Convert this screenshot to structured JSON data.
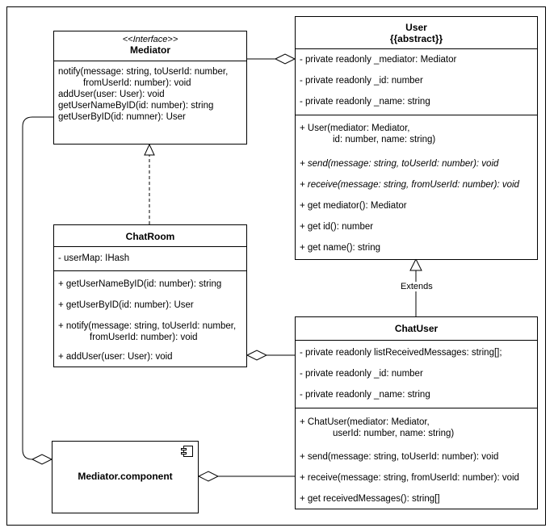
{
  "mediator": {
    "stereotype": "<<Interface>>",
    "name": "Mediator",
    "methods": [
      "notify(message: string, toUserId: number,",
      "fromUserId: number): void",
      "addUser(user: User): void",
      "getUserNameByID(id: number): string",
      "getUserByID(id: numner): User"
    ]
  },
  "user": {
    "name": "User",
    "stereotype": "{{abstract}}",
    "attributes": [
      "- private readonly _mediator: Mediator",
      "- private readonly _id: number",
      "- private readonly _name: string"
    ],
    "methods": [
      "+ User(mediator: Mediator,",
      "id: number, name: string)",
      "+ send(message: string, toUserId: number): void",
      "+ receive(message: string, fromUserId: number): void",
      "+ get mediator(): Mediator",
      "+ get id(): number",
      "+ get name(): string"
    ]
  },
  "chatroom": {
    "name": "ChatRoom",
    "attributes": [
      "- userMap: IHash"
    ],
    "methods": [
      "+ getUserNameByID(id: number): string",
      "+ getUserByID(id: number): User",
      "+ notify(message: string, toUserId: number,",
      "fromUserId: number): void",
      "+ addUser(user: User): void"
    ]
  },
  "chatuser": {
    "name": "ChatUser",
    "attributes": [
      "- private readonly listReceivedMessages: string[];",
      "- private readonly _id: number",
      "- private readonly _name: string"
    ],
    "methods": [
      "+ ChatUser(mediator: Mediator,",
      "userId: number, name: string)",
      "+ send(message: string, toUserId: number): void",
      "+ receive(message: string, fromUserId: number): void",
      "+ get receivedMessages(): string[]"
    ]
  },
  "component": {
    "name": "Mediator.component"
  },
  "links": {
    "extends_label": "Extends"
  }
}
